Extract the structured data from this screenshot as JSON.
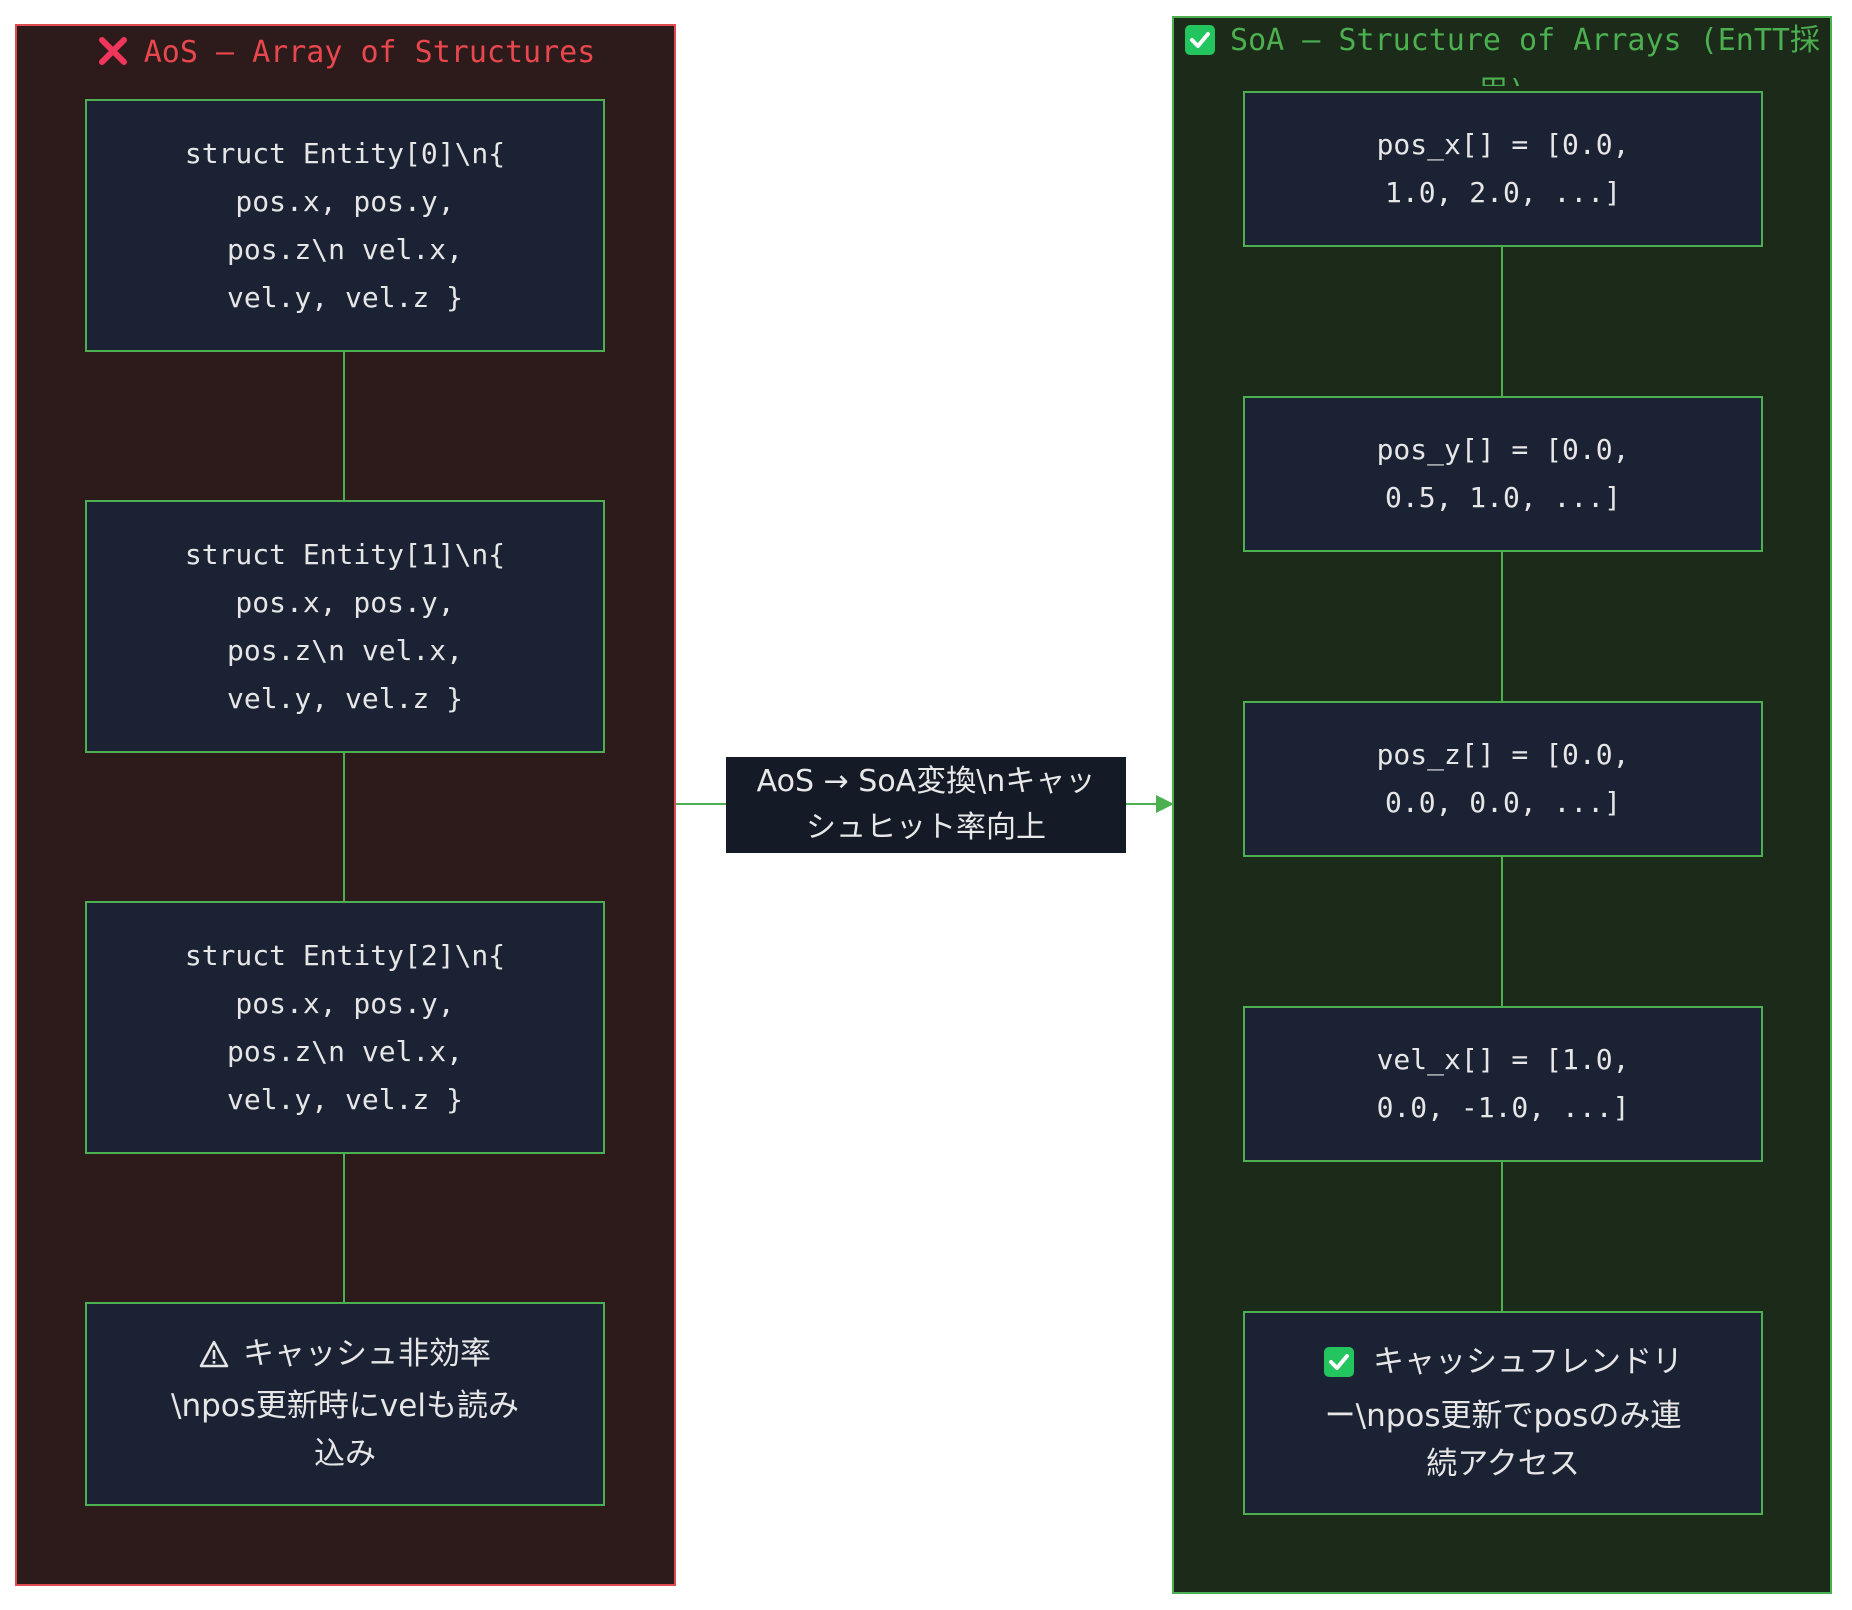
{
  "aos_panel": {
    "title": "AoS — Array of Structures",
    "nodes": [
      "struct Entity[0]\\n{\npos.x, pos.y,\npos.z\\n  vel.x,\nvel.y, vel.z }",
      "struct Entity[1]\\n{\npos.x, pos.y,\npos.z\\n  vel.x,\nvel.y, vel.z }",
      "struct Entity[2]\\n{\npos.x, pos.y,\npos.z\\n  vel.x,\nvel.y, vel.z }",
      "キャッシュ非効率\n\\npos更新時にvelも読み\n込み"
    ]
  },
  "soa_panel": {
    "title": "SoA — Structure of Arrays (EnTT採用)",
    "nodes": [
      "pos_x[] = [0.0,\n1.0, 2.0, ...]",
      "pos_y[] = [0.0,\n0.5, 1.0, ...]",
      "pos_z[] = [0.0,\n0.0, 0.0, ...]",
      "vel_x[] = [1.0,\n0.0, -1.0, ...]",
      "キャッシュフレンドリ\nー\\npos更新でposのみ連\n続アクセス"
    ]
  },
  "transform_label": "AoS → SoA変換\\nキャッ\nシュヒット率向上",
  "icons": {
    "aos_badge": "cross-mark-icon",
    "soa_badge": "check-mark-icon",
    "warning": "warning-icon",
    "check": "check-mark-icon"
  },
  "colors": {
    "aos_bg": "#2d1b1c",
    "aos_border": "#e04b50",
    "aos_title": "#e8474d",
    "soa_bg": "#1c2a1a",
    "soa_border": "#4caf50",
    "node_bg": "#1b2234",
    "edge": "#4caf50",
    "label_bg": "#141a26",
    "check_green": "#22c55e"
  }
}
